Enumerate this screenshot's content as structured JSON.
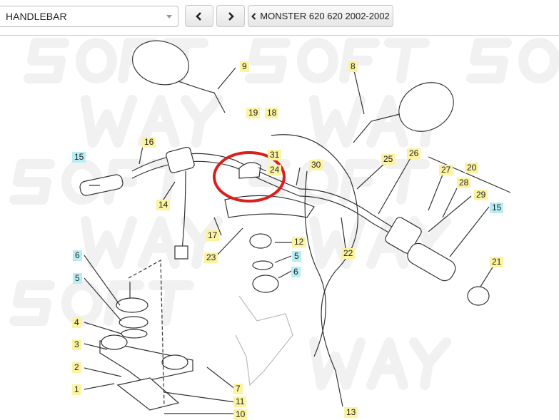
{
  "toolbar": {
    "category_select": {
      "value": "HANDLEBAR"
    },
    "prev_label": "previous",
    "next_label": "next",
    "model_button_label": "MONSTER 620 620 2002-2002"
  },
  "diagram": {
    "watermark": "SOFT WAY",
    "highlight_colors": {
      "yellow": "#fbf3a0",
      "cyan": "#b8eef3",
      "circle": "#d9201c"
    },
    "callouts": [
      {
        "num": "9",
        "color": "yellow"
      },
      {
        "num": "8",
        "color": "yellow"
      },
      {
        "num": "19",
        "color": "yellow"
      },
      {
        "num": "18",
        "color": "yellow"
      },
      {
        "num": "16",
        "color": "yellow"
      },
      {
        "num": "15",
        "color": "cyan"
      },
      {
        "num": "31",
        "color": "yellow"
      },
      {
        "num": "24",
        "color": "yellow"
      },
      {
        "num": "30",
        "color": "yellow"
      },
      {
        "num": "25",
        "color": "yellow"
      },
      {
        "num": "26",
        "color": "yellow"
      },
      {
        "num": "27",
        "color": "yellow"
      },
      {
        "num": "20",
        "color": "yellow"
      },
      {
        "num": "28",
        "color": "yellow"
      },
      {
        "num": "29",
        "color": "yellow"
      },
      {
        "num": "15",
        "color": "cyan"
      },
      {
        "num": "14",
        "color": "yellow"
      },
      {
        "num": "17",
        "color": "yellow"
      },
      {
        "num": "12",
        "color": "yellow"
      },
      {
        "num": "23",
        "color": "yellow"
      },
      {
        "num": "22",
        "color": "yellow"
      },
      {
        "num": "5",
        "color": "cyan"
      },
      {
        "num": "6",
        "color": "cyan"
      },
      {
        "num": "6",
        "color": "cyan"
      },
      {
        "num": "5",
        "color": "cyan"
      },
      {
        "num": "21",
        "color": "yellow"
      },
      {
        "num": "4",
        "color": "yellow"
      },
      {
        "num": "3",
        "color": "yellow"
      },
      {
        "num": "2",
        "color": "yellow"
      },
      {
        "num": "1",
        "color": "yellow"
      },
      {
        "num": "7",
        "color": "yellow"
      },
      {
        "num": "11",
        "color": "yellow"
      },
      {
        "num": "10",
        "color": "yellow"
      },
      {
        "num": "13",
        "color": "yellow"
      }
    ]
  }
}
